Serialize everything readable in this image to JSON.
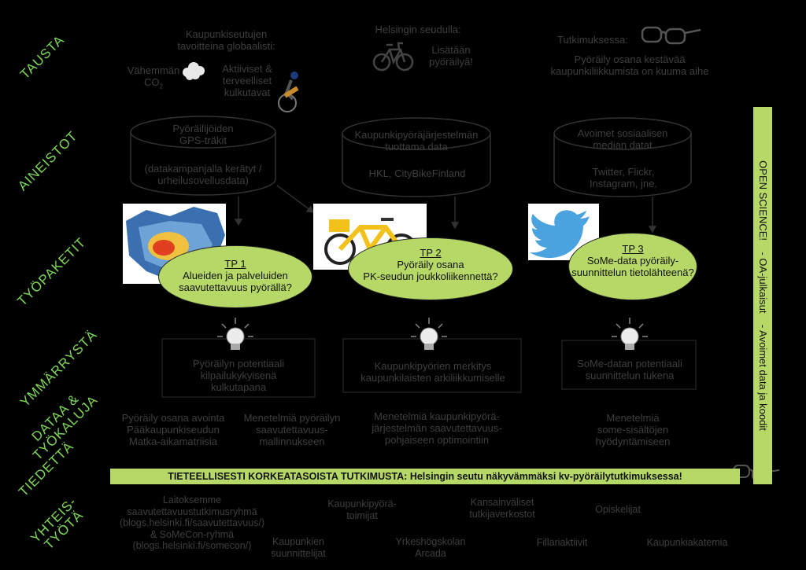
{
  "rows": {
    "tausta": "TAUSTA",
    "aineistot": "AINEISTOT",
    "tyopaketit": "TYÖPAKETIT",
    "ymmarrysta": "YMMÄRRYSTÄ",
    "dataa": "DATAA &\nTYÖKALUJA",
    "tiedetta": "TIEDETTÄ",
    "yhteistyota": "YHTEIS-\nTYÖTÄ"
  },
  "tausta": {
    "global_title": "Kaupunkiseutujen\ntavoitteina globaalisti:",
    "co2": "Vähemmän\nCO",
    "co2_sub": "2",
    "active": "Aktiiviset &\nterveelliset\nkulkutavat",
    "helsinki_title": "Helsingin seudulla:",
    "helsinki_more": "Lisätään\npyöräilyä!",
    "research_title": "Tutkimuksessa:",
    "research_text": "Pyöräily osana kestävää\nkaupunkiliikkumista on kuuma aihe"
  },
  "aineistot": {
    "db1_title": "Pyöräilijöiden\nGPS-träkit",
    "db1_text": "(datakampanjalla kerätyt /\nurheilusovellusdata)",
    "db2_title": "Kaupunkipyöräjärjestelmän\ntuottama data",
    "db2_text": "HKL, CityBikeFinland",
    "db3_title": "Avoimet sosiaalisen\nmedian datat",
    "db3_text": "Twitter, Flickr,\nInstagram, jne."
  },
  "tyopaketit": [
    {
      "tp": "TP 1",
      "question": "Alueiden ja palveluiden\nsaavutettavuus pyörällä?"
    },
    {
      "tp": "TP 2",
      "question": "Pyöräily osana\nPK-seudun joukkoliikennettä?"
    },
    {
      "tp": "TP 3",
      "question": "SoMe-data pyöräily-\nsuunnittelun tietolähteenä?"
    }
  ],
  "ymmarrysta": [
    "Pyöräilyn potentiaali\nkilpailukykyisenä\nkulkutapana",
    "Kaupunkipyörien merkitys\nkaupunkilaisten arkiliikkumiselle",
    "SoMe-datan potentiaali\nsuunnittelun tukena"
  ],
  "dataa": [
    "Pyöräily osana avointa\nPääkaupunkiseudun\nMatka-aikamatriisia",
    "Menetelmiä pyöräilyn\nsaavutettavuus-\nmallinnukseen",
    "Menetelmiä kaupunkipyörä-\njärjestelmän saavutettavuus-\npohjaiseen optimointiin",
    "Menetelmiä\nsome-sisältöjen\nhyödyntämiseen"
  ],
  "banner": "TIETEELLISESTI KORKEATASOISTA TUTKIMUSTA: Helsingin seutu näkyvämmäksi kv-pyöräilytutkimuksessa!",
  "open_science": "OPEN SCIENCE!    - OA-julkaisut    - Avoimet data ja koodit",
  "yhteistyo": {
    "laitos": "Laitoksemme\nsaavutettavuustutkimusryhmä\n(blogs.helsinki.fi/saavutettavuus/)\n& SoMeCon-ryhmä\n(blogs.helsinki.fi/somecon/)",
    "kaupunkipyora": "Kaupunkipyörä-\ntoimijat",
    "kansainvaliset": "Kansainväliset\ntutkijaverkostot",
    "opiskelijat": "Opiskelijat",
    "suunnittelijat": "Kaupunkien\nsuunnittelijat",
    "arcada": "Yrkeshögskolan\nArcada",
    "fillari": "Fillariaktiivit",
    "akatemia": "Kaupunkiakatemia"
  },
  "colors": {
    "accent": "#b6d867",
    "row_label": "#7ed957",
    "text": "#3e3e3e",
    "background": "#000000"
  },
  "icons": [
    "cloud-icon",
    "cyclist-icon",
    "bicycle-icon",
    "glasses-icon",
    "heatmap-image",
    "citybike-image",
    "twitter-logo",
    "lightbulb-icon"
  ]
}
